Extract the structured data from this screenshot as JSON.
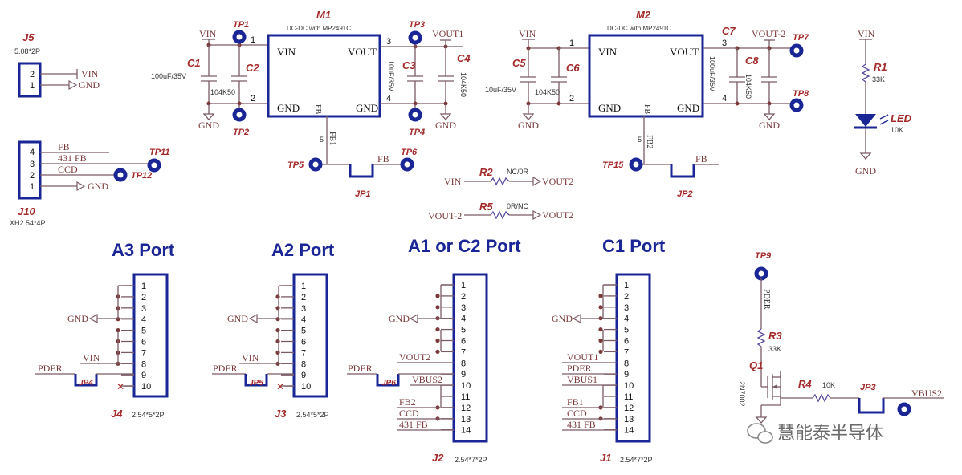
{
  "titles": {
    "a3": "A3 Port",
    "a2": "A2 Port",
    "a1c2": "A1 or C2 Port",
    "c1": "C1 Port"
  },
  "refs": {
    "J5": "J5",
    "J10": "J10",
    "J4": "J4",
    "J3": "J3",
    "J2": "J2",
    "J1": "J1",
    "M1": "M1",
    "M2": "M2",
    "C1": "C1",
    "C2": "C2",
    "C3": "C3",
    "C4": "C4",
    "C5": "C5",
    "C6": "C6",
    "C7": "C7",
    "C8": "C8",
    "R1": "R1",
    "R2": "R2",
    "R3": "R3",
    "R4": "R4",
    "R5": "R5",
    "TP1": "TP1",
    "TP2": "TP2",
    "TP3": "TP3",
    "TP4": "TP4",
    "TP5": "TP5",
    "TP6": "TP6",
    "TP7": "TP7",
    "TP8": "TP8",
    "TP9": "TP9",
    "TP11": "TP11",
    "TP12": "TP12",
    "TP15": "TP15",
    "JP1": "JP1",
    "JP2": "JP2",
    "JP3": "JP3",
    "JP4": "JP4",
    "JP5": "JP5",
    "JP6": "JP6",
    "Q1": "Q1",
    "LED": "LED"
  },
  "values": {
    "J5": "5.08*2P",
    "J10": "XH2.54*4P",
    "M": "DC-DC with MP2491C",
    "c100u": "100uF/35V",
    "c104": "104K50",
    "c10u": "10uF/35V",
    "c10u2": "10uF/35V",
    "c100u2": "100uF/35V",
    "c104b": "104K50",
    "c104c": "104K50",
    "r1": "33K",
    "r3": "33K",
    "r4": "10K",
    "led": "10K",
    "q1": "2N7002",
    "r2": "NC/0R",
    "r5": "0R/NC",
    "hdr10": "2.54*5*2P",
    "hdr14": "2.54*7*2P"
  },
  "nets": {
    "vin": "VIN",
    "gnd": "GND",
    "vout": "VOUT",
    "fb": "FB",
    "fb1": "FB1",
    "fb2": "FB2",
    "vout1": "VOUT1",
    "vout2": "VOUT2",
    "voutm2": "VOUT-2",
    "n431fb": "431 FB",
    "ccd": "CCD",
    "pder": "PDER",
    "vbus1": "VBUS1",
    "vbus2": "VBUS2"
  },
  "pins": [
    "1",
    "2",
    "3",
    "4",
    "5",
    "6",
    "7",
    "8",
    "9",
    "10",
    "11",
    "12",
    "13",
    "14"
  ],
  "watermark": "慧能泰半导体"
}
